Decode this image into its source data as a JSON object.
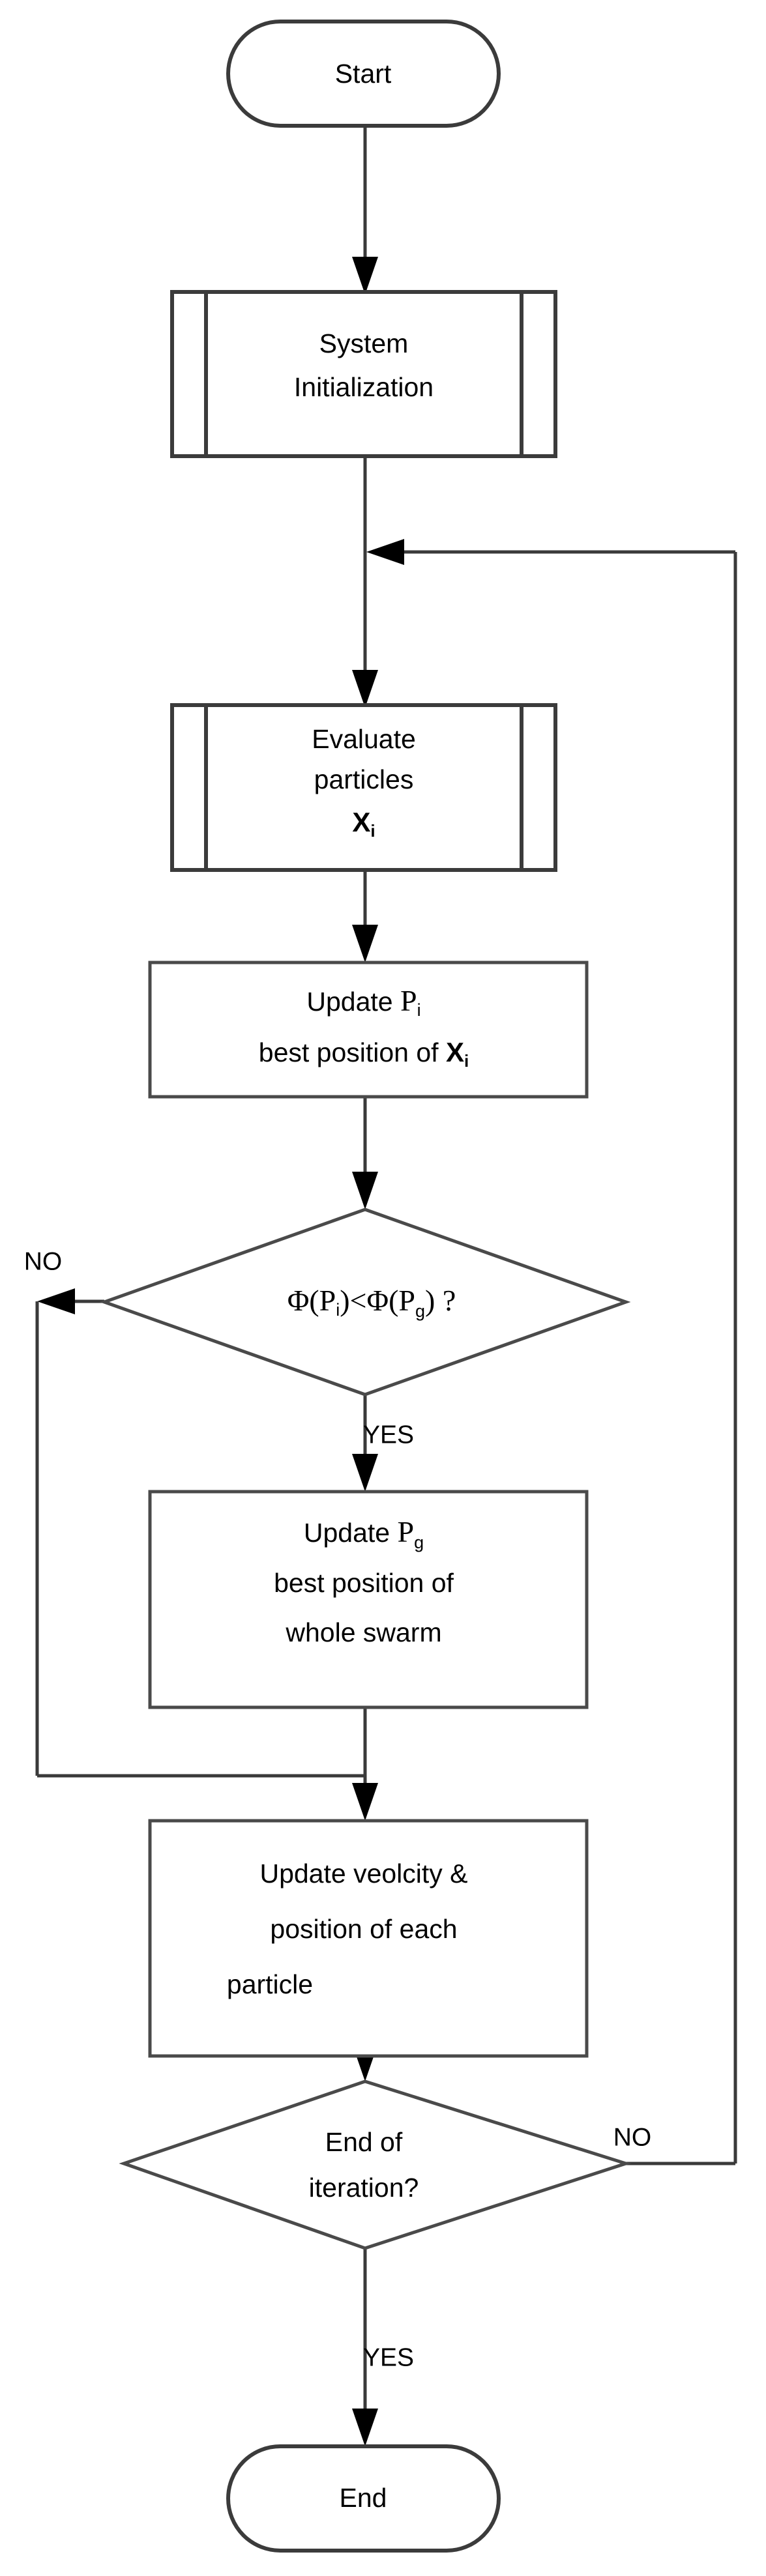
{
  "diagram": {
    "title": "Particle Swarm Optimization (PSO) Flowchart",
    "background_color": "#ffffff",
    "stroke_color": "#3b3b3b",
    "text_color": "#000000"
  },
  "nodes": {
    "start": {
      "shape": "terminator",
      "label": "Start"
    },
    "system_init": {
      "shape": "predefined-process",
      "line1": "System",
      "line2": "Initialization"
    },
    "evaluate_particles": {
      "shape": "predefined-process",
      "line1": "Evaluate",
      "line2": "particles",
      "line3_symbol": "X",
      "line3_subscript": "i"
    },
    "update_pi": {
      "shape": "process",
      "line1_prefix": "Update ",
      "line1_symbol": "P",
      "line1_subscript": "i",
      "line2_prefix": "best position of ",
      "line2_symbol": "X",
      "line2_subscript": "i"
    },
    "decision_phi": {
      "shape": "decision",
      "expr_phi1": "Φ(P",
      "expr_sub1": "i",
      "expr_mid": ")<Φ(P",
      "expr_sub2": "g",
      "expr_tail": ") ?",
      "full_text": "Φ(Pᵢ)<Φ(P₉) ?"
    },
    "update_pg": {
      "shape": "process",
      "line1_prefix": "Update ",
      "line1_symbol": "P",
      "line1_subscript": "g",
      "line2": "best position of",
      "line3": "whole swarm"
    },
    "update_velocity": {
      "shape": "process",
      "line1": "Update veolcity &",
      "line2": "position of each",
      "line3": "particle"
    },
    "decision_end": {
      "shape": "decision",
      "line1": "End of",
      "line2": "iteration?"
    },
    "end": {
      "shape": "terminator",
      "label": "End"
    }
  },
  "edge_labels": {
    "phi_no": "NO",
    "phi_yes": "YES",
    "iteration_no": "NO",
    "iteration_yes": "YES"
  },
  "edges": [
    {
      "from": "start",
      "to": "system_init",
      "label": ""
    },
    {
      "from": "system_init",
      "to": "evaluate_particles",
      "label": ""
    },
    {
      "from": "evaluate_particles",
      "to": "update_pi",
      "label": ""
    },
    {
      "from": "update_pi",
      "to": "decision_phi",
      "label": ""
    },
    {
      "from": "decision_phi",
      "to": "update_velocity",
      "label": "NO",
      "route": "left-bypass"
    },
    {
      "from": "decision_phi",
      "to": "update_pg",
      "label": "YES"
    },
    {
      "from": "update_pg",
      "to": "update_velocity",
      "label": ""
    },
    {
      "from": "update_velocity",
      "to": "decision_end",
      "label": ""
    },
    {
      "from": "decision_end",
      "to": "evaluate_particles",
      "label": "NO",
      "route": "right-feedback"
    },
    {
      "from": "decision_end",
      "to": "end",
      "label": "YES"
    }
  ]
}
